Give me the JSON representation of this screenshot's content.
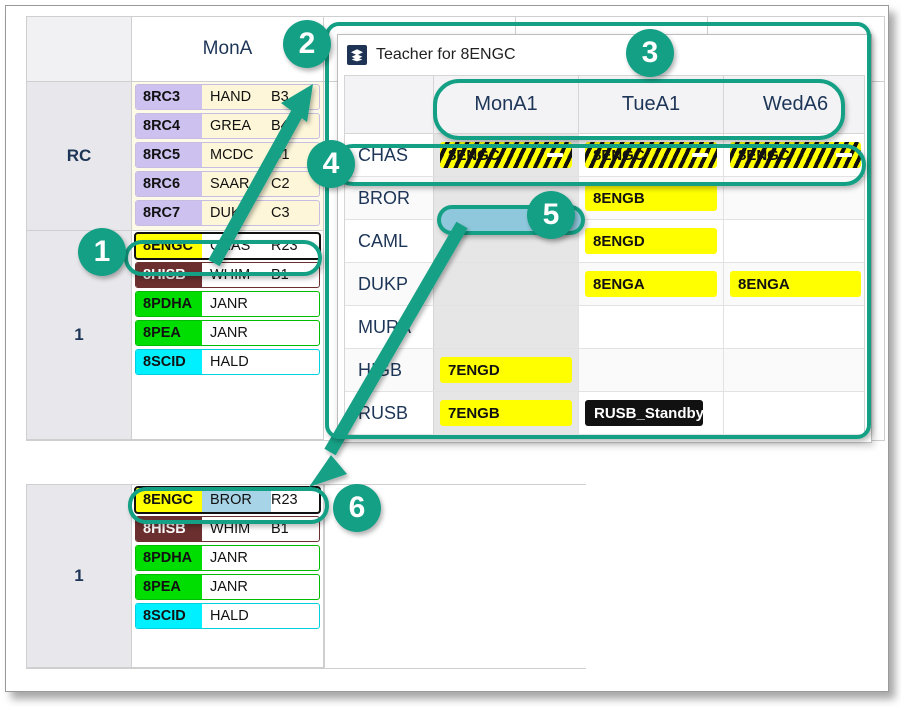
{
  "app": {
    "window_title": "Teacher for 8ENGC",
    "window_icon": "layers-icon"
  },
  "main_timetable": {
    "columns": [
      "",
      "MonA",
      "",
      "",
      ""
    ],
    "column_header": "MonA",
    "row_labels": [
      "RC",
      "1"
    ],
    "rc_lessons": [
      {
        "code": "8RC3",
        "teacher": "HAND",
        "room": "B3"
      },
      {
        "code": "8RC4",
        "teacher": "GREA",
        "room": "B4"
      },
      {
        "code": "8RC5",
        "teacher": "MCDC",
        "room": "C1"
      },
      {
        "code": "8RC6",
        "teacher": "SAAR",
        "room": "C2"
      },
      {
        "code": "8RC7",
        "teacher": "DUKP",
        "room": "C3"
      }
    ],
    "period1_lessons": [
      {
        "code": "8ENGC",
        "teacher": "CHAS",
        "room": "R23"
      },
      {
        "code": "8HISB",
        "teacher": "WHIM",
        "room": "B1"
      },
      {
        "code": "8PDHA",
        "teacher": "JANR",
        "room": ""
      },
      {
        "code": "8PEA",
        "teacher": "JANR",
        "room": ""
      },
      {
        "code": "8SCID",
        "teacher": "HALD",
        "room": ""
      }
    ]
  },
  "result_timetable": {
    "row_label": "1",
    "lessons": [
      {
        "code": "8ENGC",
        "teacher": "BROR",
        "room": "R23"
      },
      {
        "code": "8HISB",
        "teacher": "WHIM",
        "room": "B1"
      },
      {
        "code": "8PDHA",
        "teacher": "JANR",
        "room": ""
      },
      {
        "code": "8PEA",
        "teacher": "JANR",
        "room": ""
      },
      {
        "code": "8SCID",
        "teacher": "HALD",
        "room": ""
      }
    ]
  },
  "dialog": {
    "title": "Teacher for 8ENGC",
    "columns": [
      "MonA1",
      "TueA1",
      "WedA6"
    ],
    "rows": [
      {
        "teacher": "CHAS",
        "cells": [
          {
            "text": "8ENGC",
            "style": "hatched",
            "has_minus": true
          },
          {
            "text": "8ENGC",
            "style": "hatched",
            "has_minus": true
          },
          {
            "text": "8ENGC",
            "style": "hatched",
            "has_minus": true
          }
        ]
      },
      {
        "teacher": "BROR",
        "cells": [
          {
            "text": "",
            "style": "empty-selected",
            "has_minus": false
          },
          {
            "text": "8ENGB",
            "style": "yellow",
            "has_minus": false
          },
          {
            "text": "",
            "style": "empty",
            "has_minus": false
          }
        ]
      },
      {
        "teacher": "CAML",
        "cells": [
          {
            "text": "",
            "style": "empty-selected",
            "has_minus": false
          },
          {
            "text": "8ENGD",
            "style": "yellow",
            "has_minus": false
          },
          {
            "text": "",
            "style": "empty",
            "has_minus": false
          }
        ]
      },
      {
        "teacher": "DUKP",
        "cells": [
          {
            "text": "",
            "style": "empty-selected",
            "has_minus": false
          },
          {
            "text": "8ENGA",
            "style": "yellow",
            "has_minus": false
          },
          {
            "text": "8ENGA",
            "style": "yellow",
            "has_minus": false
          }
        ]
      },
      {
        "teacher": "MURA",
        "cells": [
          {
            "text": "",
            "style": "empty-selected",
            "has_minus": false
          },
          {
            "text": "",
            "style": "empty",
            "has_minus": false
          },
          {
            "text": "",
            "style": "empty",
            "has_minus": false
          }
        ]
      },
      {
        "teacher": "HIGB",
        "cells": [
          {
            "text": "7ENGD",
            "style": "yellow",
            "has_minus": false
          },
          {
            "text": "",
            "style": "empty",
            "has_minus": false
          },
          {
            "text": "",
            "style": "empty",
            "has_minus": false
          }
        ]
      },
      {
        "teacher": "RUSB",
        "cells": [
          {
            "text": "7ENGB",
            "style": "yellow",
            "has_minus": false
          },
          {
            "text": "RUSB_Standby",
            "style": "black",
            "has_minus": false
          },
          {
            "text": "",
            "style": "empty",
            "has_minus": false
          }
        ]
      }
    ]
  },
  "annotations": {
    "badges": [
      "1",
      "2",
      "3",
      "4",
      "5",
      "6"
    ]
  },
  "colors": {
    "accent_teal": "#14a085",
    "highlight_yellow": "#ffff00",
    "drag_blue": "#8fc8dc",
    "lavender": "#cdc1f0",
    "history_maroon": "#6b2f2f",
    "pe_green": "#00dd00",
    "science_cyan": "#00f0ff",
    "standby_black": "#111111",
    "header_text": "#1d3557"
  }
}
